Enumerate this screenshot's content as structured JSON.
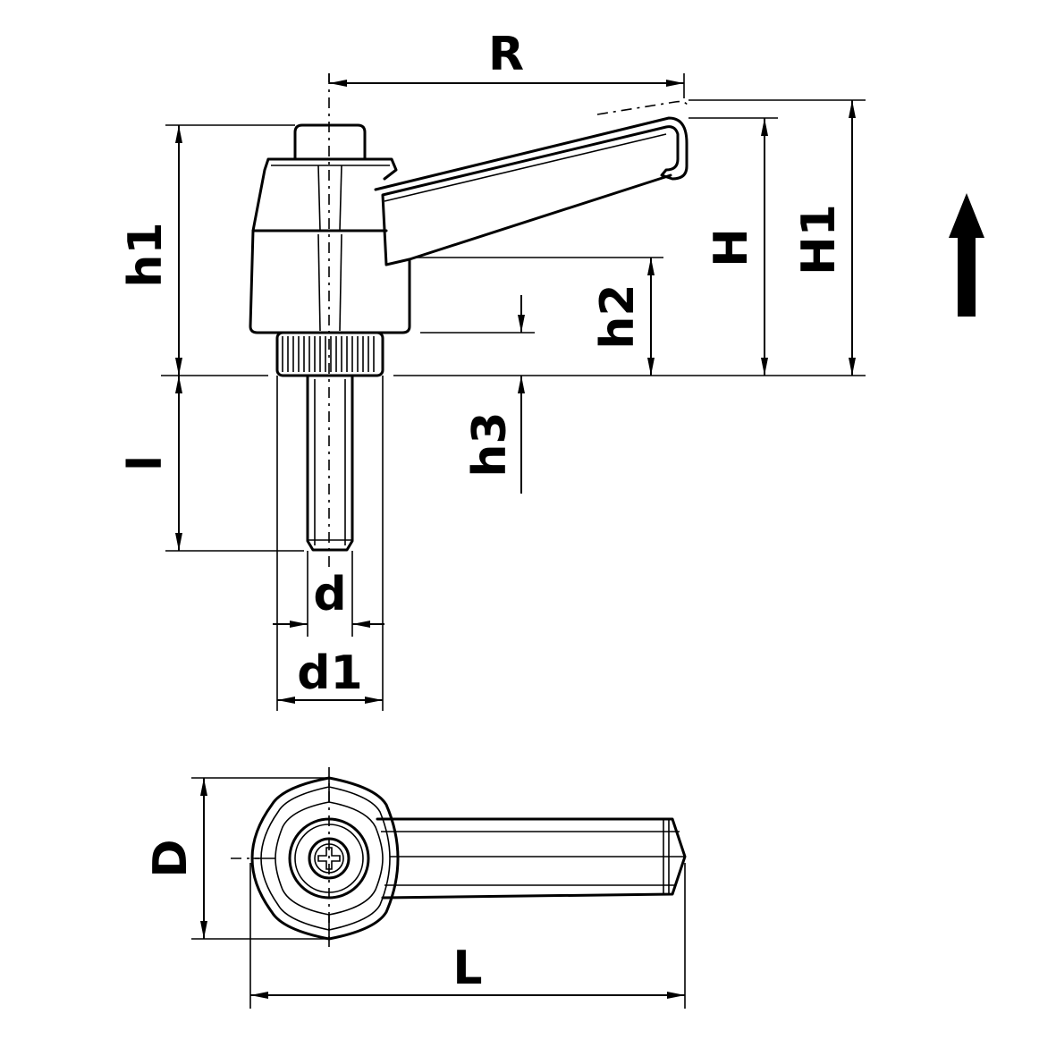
{
  "labels": {
    "R": "R",
    "h1": "h1",
    "H": "H",
    "H1": "H1",
    "h2": "h2",
    "h3": "h3",
    "l": "l",
    "d": "d",
    "d1": "d1",
    "D": "D",
    "L": "L"
  },
  "icons": {
    "direction_arrow": "up-arrow-icon"
  },
  "colors": {
    "line": "#000000",
    "background": "#ffffff"
  }
}
